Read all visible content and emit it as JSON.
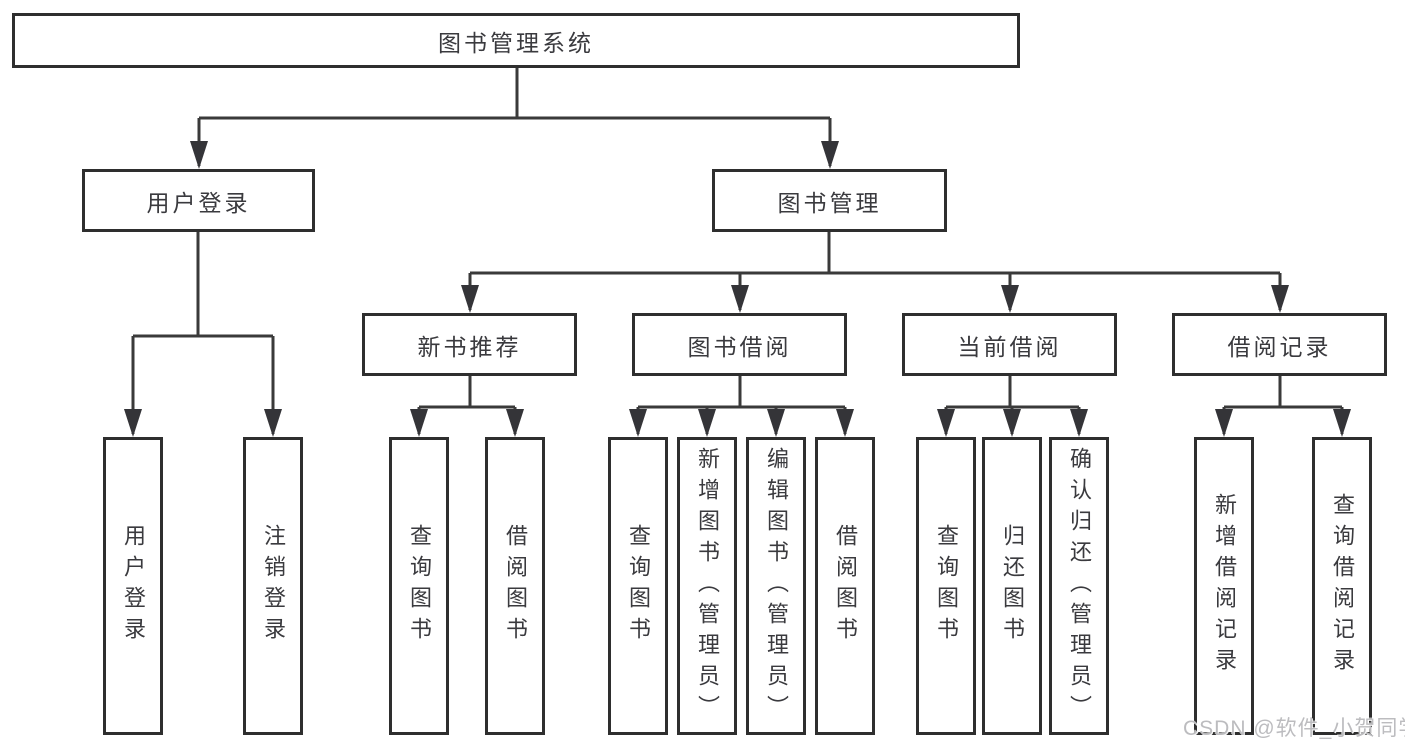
{
  "colors": {
    "background": "#ffffff",
    "line": "#3a3a3a",
    "box_border": "#2e2e2e",
    "text": "#3a3a3e",
    "watermark": "#bcbcbf"
  },
  "watermark": {
    "text": "CSDN @软件_小贺同学"
  },
  "diagram": {
    "root": {
      "label": "图书管理系统"
    },
    "branches": [
      {
        "label": "用户登录",
        "children": [
          {
            "label": "用户登录"
          },
          {
            "label": "注销登录"
          }
        ]
      },
      {
        "label": "图书管理",
        "children": [
          {
            "label": "新书推荐",
            "children": [
              {
                "label": "查询图书"
              },
              {
                "label": "借阅图书"
              }
            ]
          },
          {
            "label": "图书借阅",
            "children": [
              {
                "label": "查询图书"
              },
              {
                "label": "新增图书（管理员）"
              },
              {
                "label": "编辑图书（管理员）"
              },
              {
                "label": "借阅图书"
              }
            ]
          },
          {
            "label": "当前借阅",
            "children": [
              {
                "label": "查询图书"
              },
              {
                "label": "归还图书"
              },
              {
                "label": "确认归还（管理员）"
              }
            ]
          },
          {
            "label": "借阅记录",
            "children": [
              {
                "label": "新增借阅记录"
              },
              {
                "label": "查询借阅记录"
              }
            ]
          }
        ]
      }
    ]
  }
}
